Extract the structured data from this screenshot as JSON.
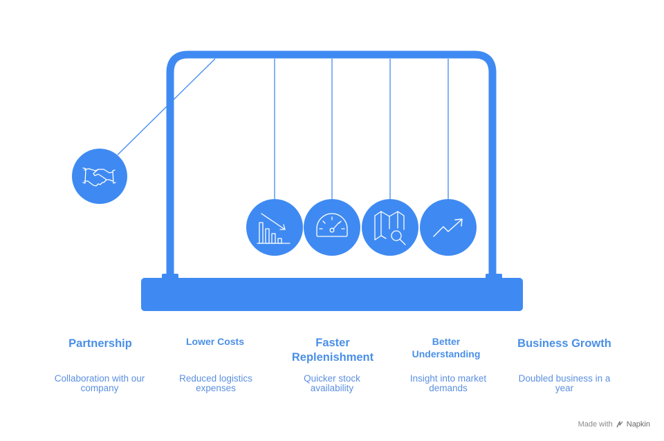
{
  "colors": {
    "primary": "#3f8af2",
    "title": "#4a8fe7",
    "description": "#5b8fe0",
    "icon": "#ffffff"
  },
  "stages": [
    {
      "icon": "handshake-icon",
      "title": "Partnership",
      "description": "Collaboration with our company"
    },
    {
      "icon": "declining-chart-icon",
      "title": "Lower Costs",
      "description": "Reduced logistics expenses"
    },
    {
      "icon": "speedometer-icon",
      "title": "Faster Replenishment",
      "description": "Quicker stock availability"
    },
    {
      "icon": "map-search-icon",
      "title": "Better Understanding",
      "description": "Insight into market demands"
    },
    {
      "icon": "trending-up-icon",
      "title": "Business Growth",
      "description": "Doubled business in a year"
    }
  ],
  "credit": {
    "made_with": "Made with",
    "brand": "Napkin"
  }
}
